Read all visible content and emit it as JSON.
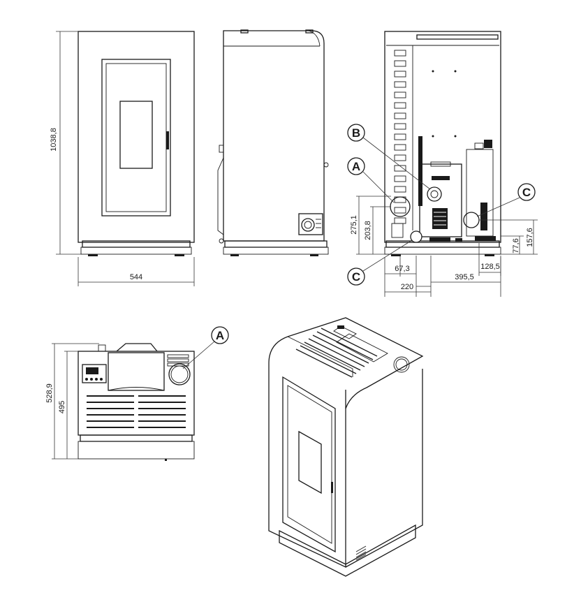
{
  "dimensions": {
    "front_height": "1038,8",
    "front_width": "544",
    "rear_275": "275,1",
    "rear_203": "203,8",
    "rear_67": "67,3",
    "rear_220": "220",
    "rear_395": "395,5",
    "rear_128": "128,5",
    "rear_157": "157,6",
    "rear_77": "77,6",
    "top_528": "528,9",
    "top_495": "495"
  },
  "callouts": {
    "a": "A",
    "b": "B",
    "c": "C"
  }
}
